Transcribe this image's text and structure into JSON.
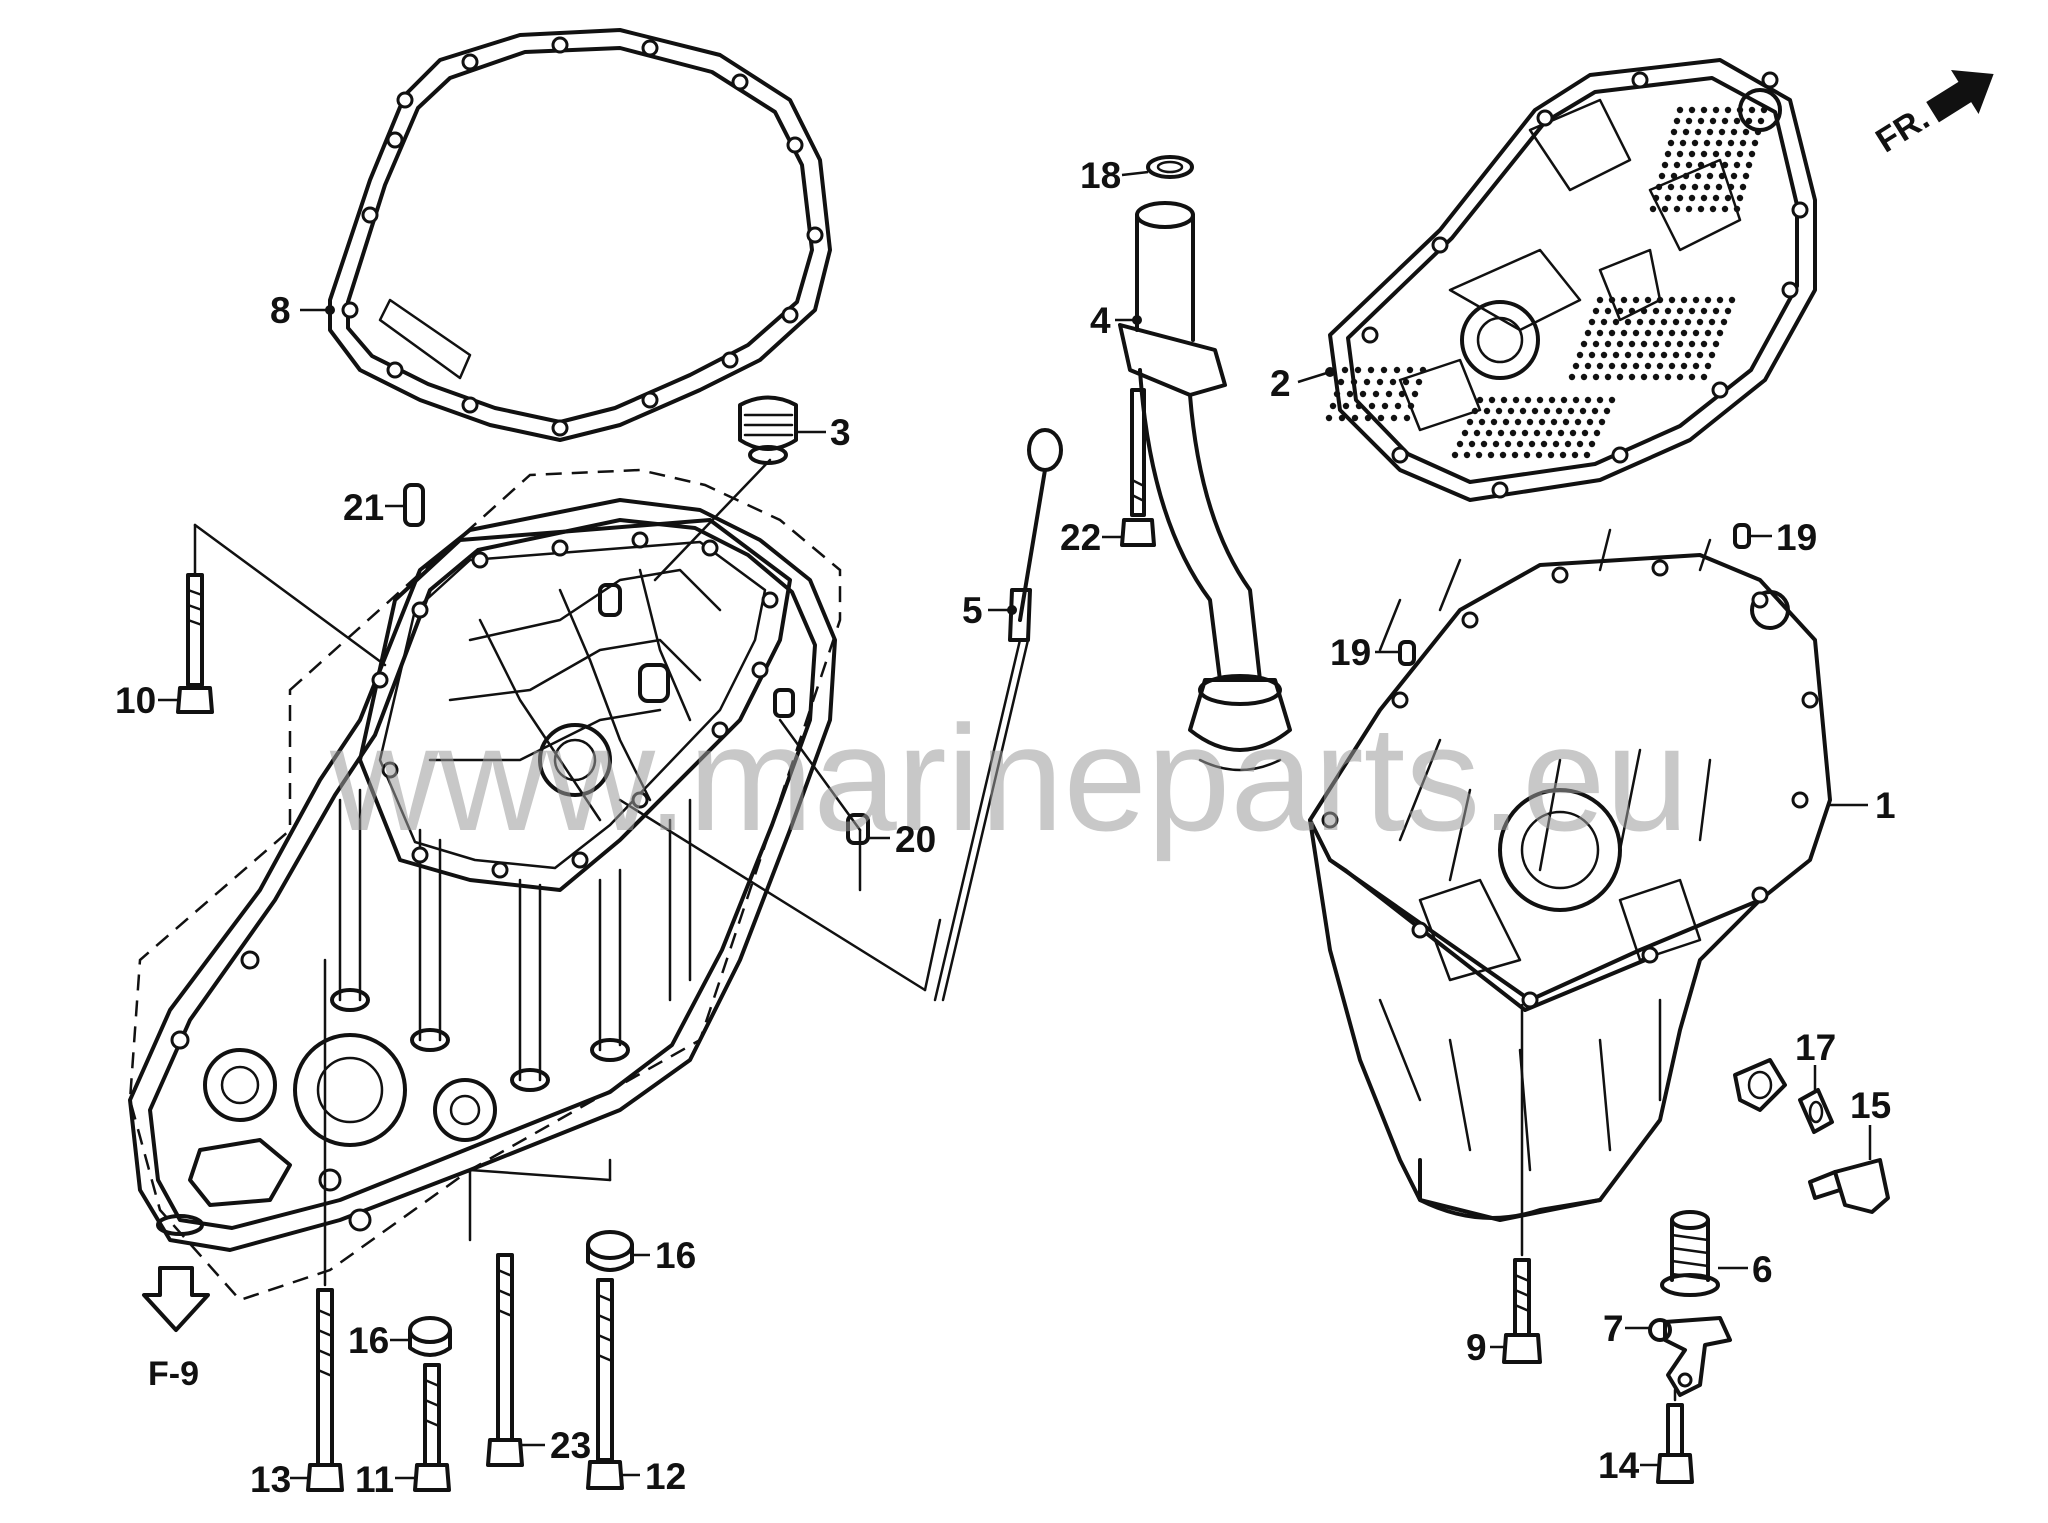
{
  "diagram": {
    "direction_marker": "FR.",
    "reference_marker": "F-9",
    "watermark": "www.marineparts.eu",
    "callouts": [
      "1",
      "2",
      "3",
      "4",
      "5",
      "6",
      "7",
      "8",
      "9",
      "10",
      "11",
      "12",
      "13",
      "14",
      "15",
      "16",
      "16",
      "17",
      "18",
      "19",
      "19",
      "20",
      "21",
      "22",
      "23"
    ]
  }
}
